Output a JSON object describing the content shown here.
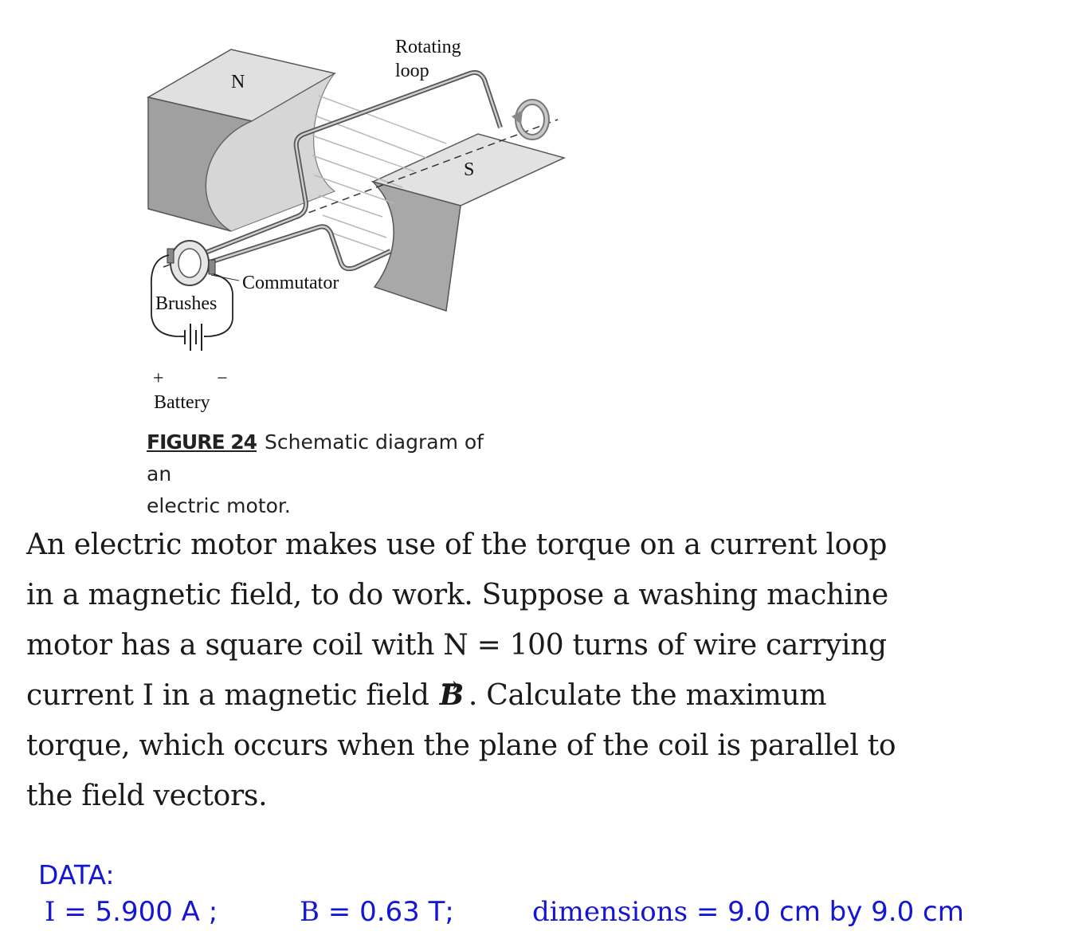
{
  "figure": {
    "labels": {
      "rotating_loop_1": "Rotating",
      "rotating_loop_2": "loop",
      "north": "N",
      "south": "S",
      "commutator": "Commutator",
      "brushes": "Brushes",
      "plus": "+",
      "minus": "−",
      "battery": "Battery"
    },
    "caption_number": "FIGURE 24",
    "caption_line1": "Schematic diagram of an",
    "caption_line2": "electric motor."
  },
  "problem": {
    "line1": "An electric motor makes use of the torque on a current loop",
    "line2": "in a magnetic field, to do work.  Suppose a washing machine",
    "line3": "motor has a square coil with N = 100 turns of wire carrying",
    "line4_before": "current  I  in a magnetic field",
    "vector_symbol": "B",
    "vector_arrow": "→",
    "line4_after": ". Calculate the maximum",
    "line5": "torque, which occurs when the plane of the coil is parallel to",
    "line6": "the field vectors."
  },
  "data": {
    "title": "DATA:",
    "current_symbol": "I",
    "current_value": " = 5.900 A ;",
    "field_symbol": "B",
    "field_value": " = 0.63 T;",
    "dimensions_label": "dimensions",
    "dimensions_value": " = 9.0 cm by 9.0 cm"
  },
  "colors": {
    "text": "#1a1a1a",
    "data_blue": "#1515d6",
    "magnet_dark": "#9a9a9a",
    "magnet_light": "#dcdcdc"
  }
}
